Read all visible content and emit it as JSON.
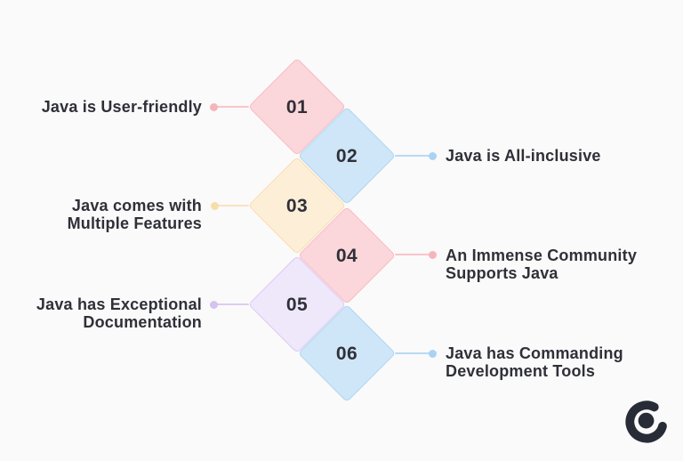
{
  "page": {
    "background_color": "#fafafa",
    "text_color": "#2f3038"
  },
  "items": [
    {
      "number": "01",
      "label_line1": "Java is User-friendly",
      "label_line2": "",
      "side": "left",
      "theme": "pink"
    },
    {
      "number": "02",
      "label_line1": "Java is All-inclusive",
      "label_line2": "",
      "side": "right",
      "theme": "blue"
    },
    {
      "number": "03",
      "label_line1": "Java comes with",
      "label_line2": "Multiple Features",
      "side": "left",
      "theme": "yellow"
    },
    {
      "number": "04",
      "label_line1": "An Immense Community",
      "label_line2": "Supports Java",
      "side": "right",
      "theme": "pink"
    },
    {
      "number": "05",
      "label_line1": "Java has Exceptional",
      "label_line2": "Documentation",
      "side": "left",
      "theme": "purple"
    },
    {
      "number": "06",
      "label_line1": "Java has Commanding",
      "label_line2": "Development Tools",
      "side": "right",
      "theme": "blue"
    }
  ],
  "themes": {
    "pink": {
      "fill": "#fbd6da",
      "border": "#f7bcc3",
      "line": "#f8c5cb",
      "dot": "#f5b5bd"
    },
    "blue": {
      "fill": "#cfe6f8",
      "border": "#aed5f2",
      "line": "#b7daf5",
      "dot": "#a9d3f3"
    },
    "yellow": {
      "fill": "#fdeed8",
      "border": "#fbdcae",
      "line": "#fae3bd",
      "dot": "#f8dcab"
    },
    "purple": {
      "fill": "#efe7fa",
      "border": "#dccaf2",
      "line": "#ddccf0",
      "dot": "#d6c2ee"
    }
  },
  "logo": {
    "color": "#272c37"
  }
}
